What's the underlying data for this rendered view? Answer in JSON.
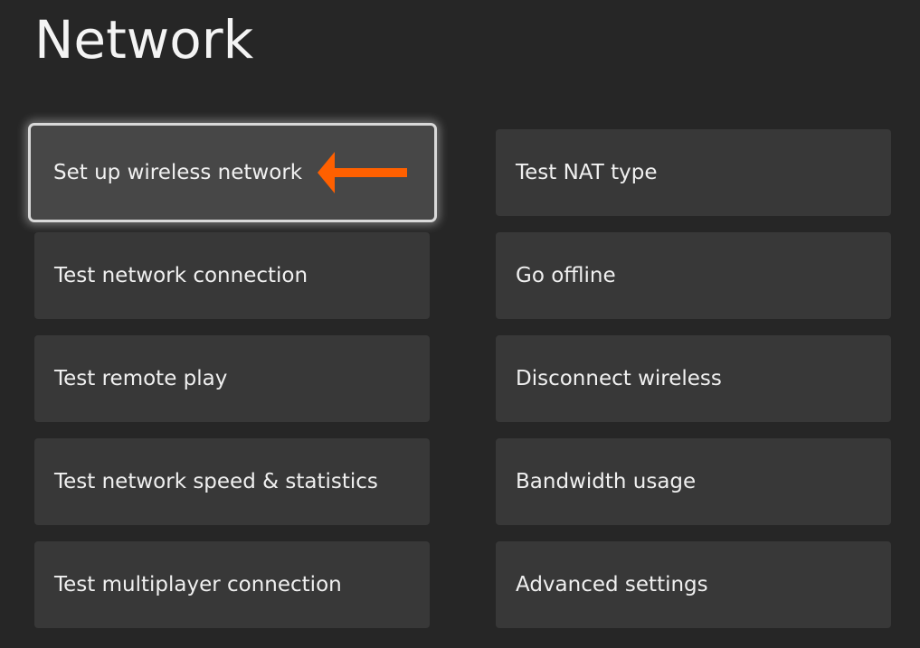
{
  "page": {
    "title": "Network"
  },
  "accent": {
    "arrow_color": "#ff6000",
    "focus_border": "#d9d9d9"
  },
  "menu": {
    "left": [
      {
        "label": "Set up wireless network",
        "focused": true
      },
      {
        "label": "Test network connection"
      },
      {
        "label": "Test remote play"
      },
      {
        "label": "Test network speed & statistics"
      },
      {
        "label": "Test multiplayer connection"
      }
    ],
    "right": [
      {
        "label": "Test NAT type"
      },
      {
        "label": "Go offline"
      },
      {
        "label": "Disconnect wireless"
      },
      {
        "label": "Bandwidth usage"
      },
      {
        "label": "Advanced settings"
      }
    ]
  },
  "annotation": {
    "icon": "arrow-left-icon",
    "points_to": "Set up wireless network"
  }
}
